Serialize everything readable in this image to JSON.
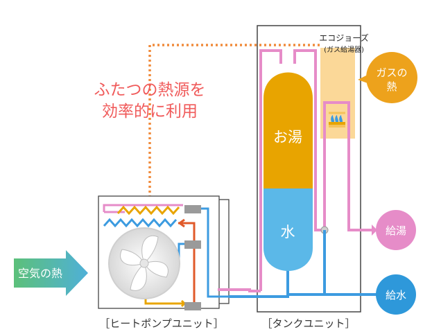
{
  "headline": {
    "line1": "ふたつの熱源を",
    "line2": "効率的に利用"
  },
  "ecojoze": {
    "line1": "エコジョーズ",
    "line2": "(ガス給湯器)"
  },
  "gas_heat": {
    "line1": "ガスの",
    "line2": "熱"
  },
  "tank": {
    "hot_label": "お湯",
    "cold_label": "水"
  },
  "air_heat_label": "空気の熱",
  "hot_water_out_label": "給湯",
  "water_in_label": "給水",
  "heat_pump_unit_label": "［ヒートポンプユニット］",
  "tank_unit_label": "［タンクユニット］",
  "colors": {
    "hot": "#E8A400",
    "cold": "#5BB8E8",
    "pipe_pink": "#E68CC8",
    "pipe_blue": "#3C9BE0",
    "accent_orange": "#F08A3A",
    "headline_red": "#F05A5A",
    "gas_bubble": "#EDA21C",
    "air_arrow": "#4FB0D8",
    "air_arrow_green": "#5CC07A"
  }
}
